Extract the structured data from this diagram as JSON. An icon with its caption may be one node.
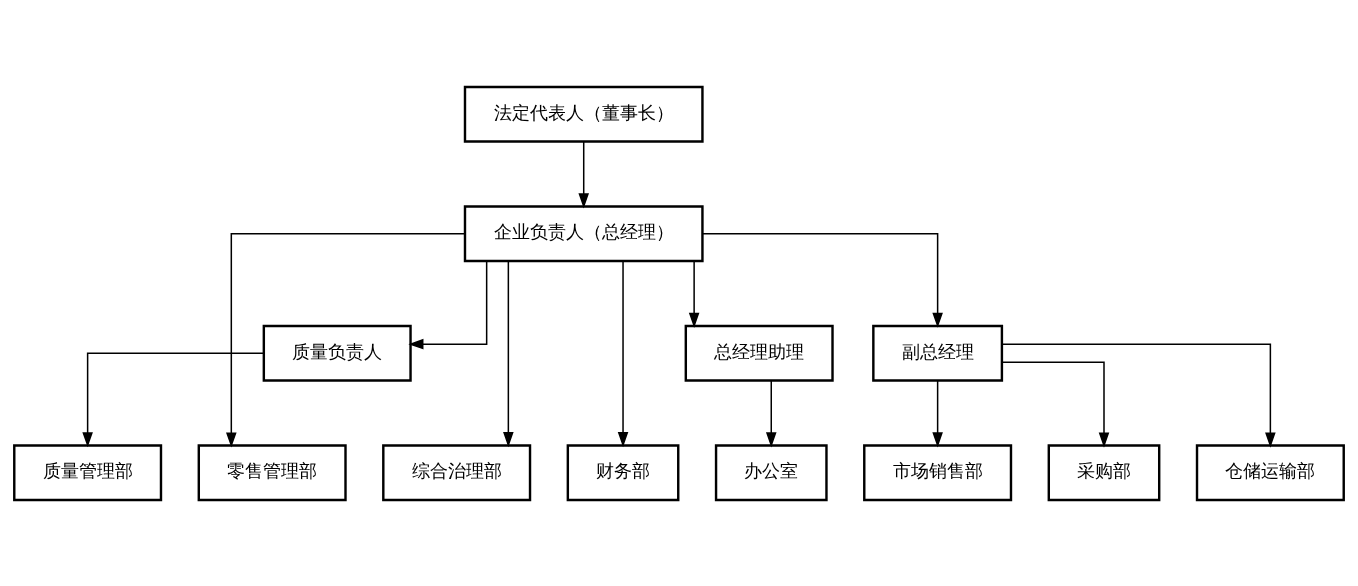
{
  "diagram": {
    "nodes": [
      {
        "text": [
          "法定代表人（董事长）"
        ]
      },
      {
        "text": [
          "企业负责人（总经理）"
        ]
      },
      {
        "text": [
          "质量负责人"
        ]
      },
      {
        "text": [
          "总经理助理"
        ]
      },
      {
        "text": [
          "副总经理"
        ]
      },
      {
        "text": [
          "质量管理部"
        ]
      },
      {
        "text": [
          "零售管理部"
        ]
      },
      {
        "text": [
          "综合治理部"
        ]
      },
      {
        "text": [
          "财务部"
        ]
      },
      {
        "text": [
          "办公室"
        ]
      },
      {
        "text": [
          "市场销售部"
        ]
      },
      {
        "text": [
          "采购部"
        ]
      },
      {
        "text": [
          "仓储运输部"
        ]
      }
    ],
    "edges": [
      {
        "from": 0,
        "to": 1,
        "arrow": "to"
      },
      {
        "from": 1,
        "to": 2,
        "arrow": "to"
      },
      {
        "from": 1,
        "to": 6,
        "arrow": "to"
      },
      {
        "from": 1,
        "to": 7,
        "arrow": "to"
      },
      {
        "from": 1,
        "to": 8,
        "arrow": "to"
      },
      {
        "from": 1,
        "to": 3,
        "arrow": "to"
      },
      {
        "from": 1,
        "to": 4,
        "arrow": "to"
      },
      {
        "from": 2,
        "to": 5,
        "arrow": "to"
      },
      {
        "from": 3,
        "to": 9,
        "arrow": "to"
      },
      {
        "from": 4,
        "to": 10,
        "arrow": "to"
      },
      {
        "from": 4,
        "to": 11,
        "arrow": "to"
      },
      {
        "from": 4,
        "to": 12,
        "arrow": "to"
      }
    ]
  }
}
